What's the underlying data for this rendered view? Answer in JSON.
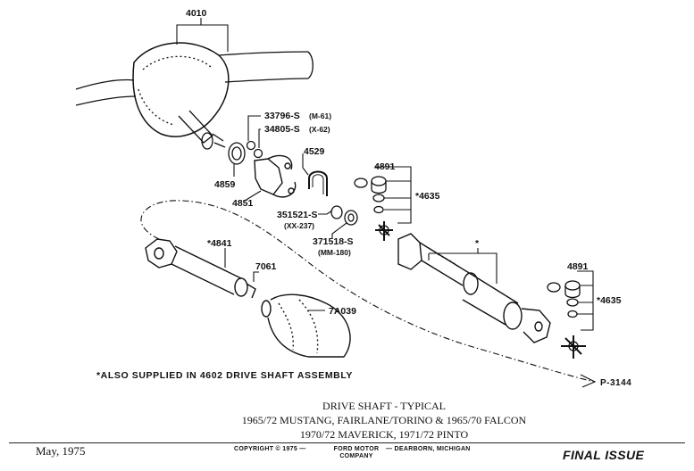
{
  "part_numbers": {
    "p4010": "4010",
    "p33796": "33796-S",
    "p33796_note": "(M-61)",
    "p34805": "34805-S",
    "p34805_note": "(X-62)",
    "p4529": "4529",
    "p4859": "4859",
    "p4851": "4851",
    "p4891_upper": "4891",
    "p4635_upper": "*4635",
    "p351521": "351521-S",
    "p351521_note": "(XX-237)",
    "p371518": "371518-S",
    "p371518_note": "(MM-180)",
    "star_marker": "*",
    "p4841": "*4841",
    "p7061": "7061",
    "p7A039": "7A039",
    "p4891_lower": "4891",
    "p4635_lower": "*4635"
  },
  "note": "*ALSO SUPPLIED IN 4602 DRIVE SHAFT ASSEMBLY",
  "reference": "P-3144",
  "captions": {
    "title": "DRIVE SHAFT - TYPICAL",
    "line2": "1965/72 MUSTANG, FAIRLANE/TORINO & 1965/70 FALCON",
    "line3": "1970/72 MAVERICK, 1971/72 PINTO"
  },
  "footer": {
    "date": "May, 1975",
    "copyright": "COPYRIGHT © 1975 —",
    "company": "FORD MOTOR COMPANY",
    "place": "— DEARBORN, MICHIGAN",
    "issue": "FINAL ISSUE"
  }
}
